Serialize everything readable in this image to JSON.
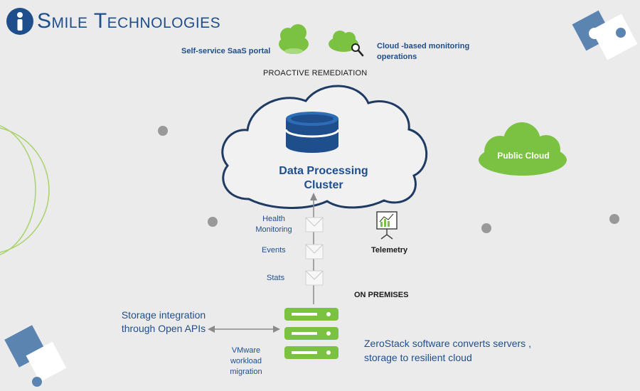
{
  "brand": {
    "logo_text": "Smile Technologies",
    "accent": "#1f4e8c",
    "green": "#7cc242"
  },
  "labels": {
    "saas_portal": "Self-service SaaS portal",
    "monitoring": "Cloud -based monitoring operations",
    "proactive": "PROACTIVE REMEDIATION",
    "cluster": "Data Processing Cluster",
    "public_cloud": "Public Cloud",
    "health": "Health Monitoring",
    "events": "Events",
    "stats": "Stats",
    "telemetry": "Telemetry",
    "on_premises": "ON PREMISES",
    "storage": "Storage integration through Open APIs",
    "vmware": "VMware workload migration",
    "zerostack": "ZeroStack software converts servers , storage to resilient cloud"
  },
  "icons": [
    "logo-i-icon",
    "saas-cloud-icon",
    "monitoring-cloud-icon",
    "search-icon",
    "database-icon",
    "envelope-icon",
    "telemetry-chart-icon",
    "server-rack-icon"
  ]
}
